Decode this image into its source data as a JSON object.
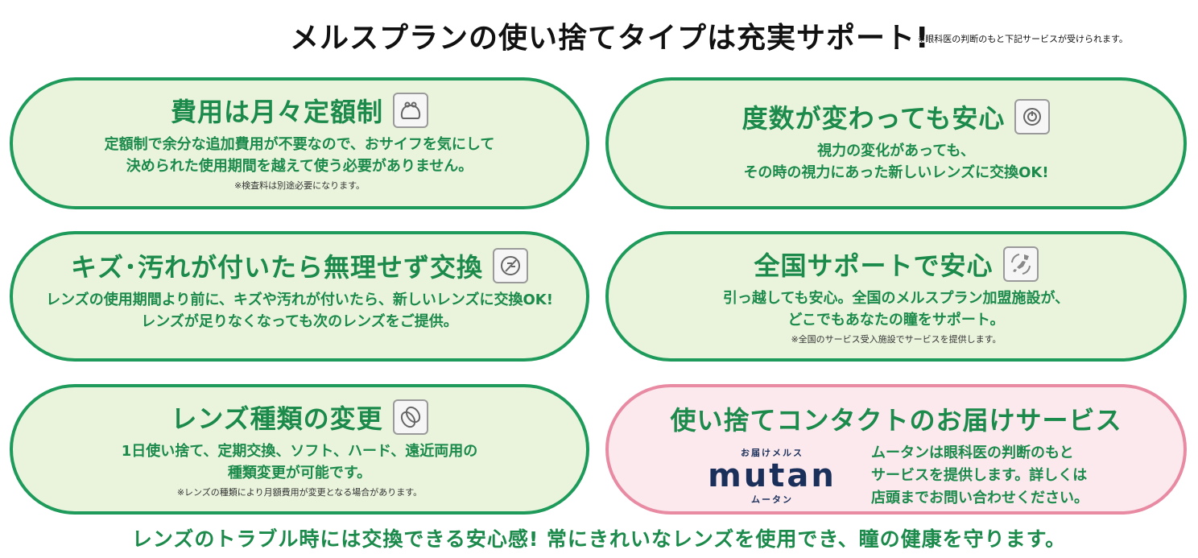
{
  "header": {
    "title": "メルスプランの使い捨てタイプは充実サポート!",
    "note": "※眼科医の判断のもと下記サービスが受けられます。"
  },
  "cards": [
    {
      "title": "費用は月々定額制",
      "icon": "wallet-icon",
      "lines": [
        "定額制で余分な追加費用が不要なので、おサイフを気にして",
        "決められた使用期間を越えて使う必要がありません。"
      ],
      "note": "※検査料は別途必要になります。"
    },
    {
      "title": "度数が変わっても安心",
      "icon": "power-icon",
      "lines": [
        "視力の変化があっても、",
        "その時の視力にあった新しいレンズに交換OK!"
      ],
      "note": ""
    },
    {
      "title": "キズ･汚れが付いたら無理せず交換",
      "icon": "scratched-lens-icon",
      "lines": [
        "レンズの使用期間より前に、キズや汚れが付いたら、新しいレンズに交換OK!",
        "レンズが足りなくなっても次のレンズをご提供。"
      ],
      "note": ""
    },
    {
      "title": "全国サポートで安心",
      "icon": "japan-map-icon",
      "lines": [
        "引っ越しても安心。全国のメルスプラン加盟施設が、",
        "どこでもあなたの瞳をサポート。"
      ],
      "note": "※全国のサービス受入施設でサービスを提供します。"
    },
    {
      "title": "レンズ種類の変更",
      "icon": "lens-change-icon",
      "lines": [
        "1日使い捨て、定期交換、ソフト、ハード、遠近両用の",
        "種類変更が可能です。"
      ],
      "note": "※レンズの種類により月額費用が変更となる場合があります。"
    },
    {
      "title": "使い捨てコンタクトのお届けサービス",
      "logo_small": "お届けメルス",
      "logo_word": "mutan",
      "logo_kana": "ムータン",
      "lines": [
        "ムータンは眼科医の判断のもと",
        "サービスを提供します。詳しくは",
        "店頭までお問い合わせください。"
      ]
    }
  ],
  "footer": "レンズのトラブル時には交換できる安心感! 常にきれいなレンズを使用でき、瞳の健康を守ります。",
  "colors": {
    "green_text": "#1b8a4b",
    "green_border": "#1e9a5a",
    "card_bg": "#eaf4dc",
    "pink_border": "#e98aa3",
    "pink_bg": "#fbe9ee",
    "logo_navy": "#1a2f5a"
  }
}
